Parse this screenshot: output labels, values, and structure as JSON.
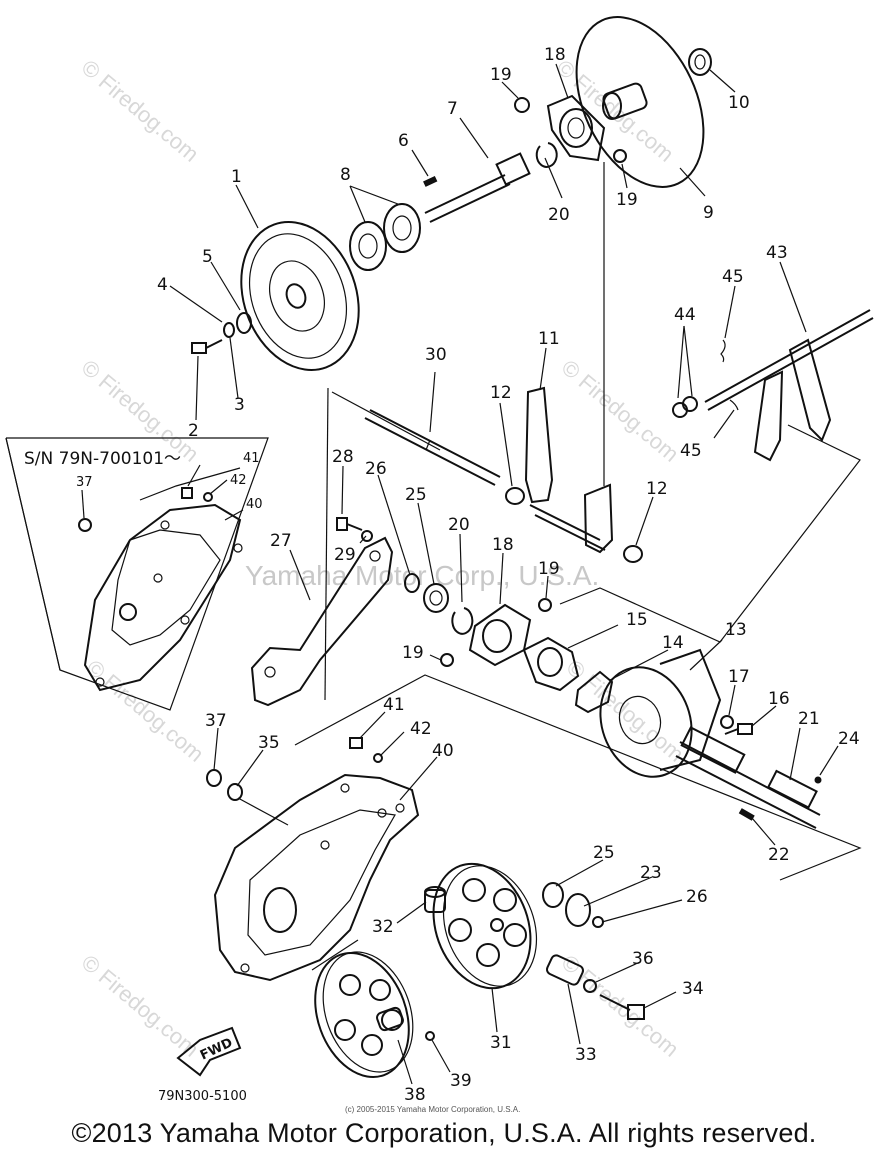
{
  "diagram": {
    "serial_note": "S/N 79N-700101～",
    "drawing_code": "79N300-5100",
    "fwd_label": "FWD",
    "small_notice": "(c) 2005-2015 Yamaha Motor Corporation, U.S.A.",
    "center_watermark": "Yamaha Motor Corp., U.S.A.",
    "watermark": "© Firedog.com",
    "footer": "©2013 Yamaha Motor Corporation, U.S.A. All rights reserved.",
    "part_numbers": {
      "p1": "1",
      "p2": "2",
      "p3": "3",
      "p4": "4",
      "p5": "5",
      "p6": "6",
      "p7": "7",
      "p8": "8",
      "p9": "9",
      "p10": "10",
      "p11": "11",
      "p12a": "12",
      "p12b": "12",
      "p13": "13",
      "p14": "14",
      "p15": "15",
      "p16": "16",
      "p17": "17",
      "p18a": "18",
      "p18b": "18",
      "p19a": "19",
      "p19b": "19",
      "p19c": "19",
      "p19d": "19",
      "p20a": "20",
      "p20b": "20",
      "p21": "21",
      "p22": "22",
      "p23": "23",
      "p24": "24",
      "p25a": "25",
      "p25b": "25",
      "p26a": "26",
      "p26b": "26",
      "p27": "27",
      "p28": "28",
      "p29": "29",
      "p30": "30",
      "p31": "31",
      "p32": "32",
      "p33": "33",
      "p34": "34",
      "p35": "35",
      "p36": "36",
      "p37a": "37",
      "p37b": "37",
      "p38": "38",
      "p39": "39",
      "p40a": "40",
      "p40b": "40",
      "p41a": "41",
      "p41b": "41",
      "p42a": "42",
      "p42b": "42",
      "p43": "43",
      "p44": "44",
      "p45a": "45",
      "p45b": "45"
    }
  }
}
